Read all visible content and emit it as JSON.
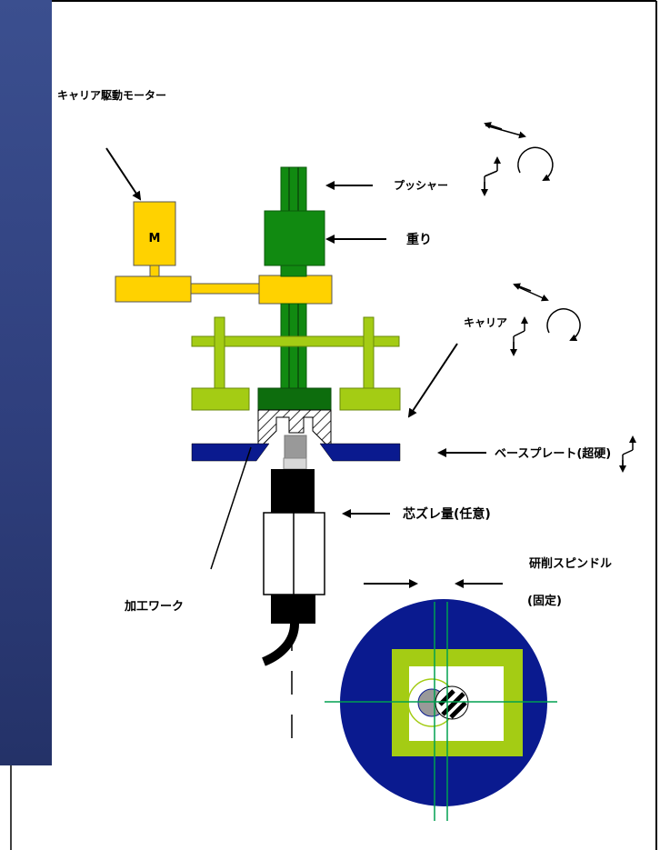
{
  "labels": {
    "carrier_motor": "キャリア駆動モーター",
    "motor_m": "M",
    "pusher": "プッシャー",
    "weight": "重り",
    "carrier": "キャリア",
    "base_plate": "ベースプレート(超硬)",
    "misalignment": "芯ズレ量(任意)",
    "workpiece": "加工ワーク",
    "grinding_spindle": "研削スピンドル",
    "fixed": "(固定)"
  },
  "colors": {
    "motor_yellow": "#ffd200",
    "green": "#118a11",
    "dark_green": "#0d6d0d",
    "lime": "#a4cc14",
    "navy": "#0a1a8f",
    "gray": "#999999",
    "black": "#000000"
  }
}
